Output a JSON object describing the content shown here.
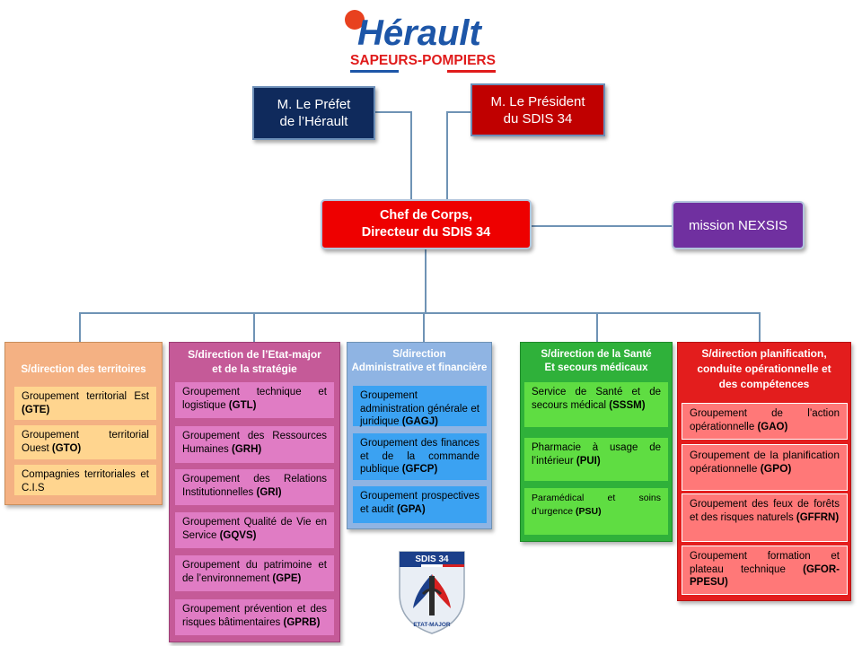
{
  "header": {
    "logo_title": "Hérault",
    "logo_subtitle": "SAPEURS-POMPIERS"
  },
  "top": {
    "prefet_line1": "M. Le Préfet",
    "prefet_line2": "de l’Hérault",
    "president_line1": "M. Le Président",
    "president_line2": "du SDIS 34",
    "chef_line1": "Chef de Corps,",
    "chef_line2": "Directeur du SDIS 34",
    "nexsis": "mission NEXSIS"
  },
  "columns": {
    "territoires": {
      "title": "S/direction  des territoires",
      "items": [
        {
          "text": "Groupement territorial Est",
          "code": "(GTE)"
        },
        {
          "text": "Groupement territorial Ouest",
          "code": "(GTO)"
        },
        {
          "text": "Compagnies territoriales et C.I.S",
          "code": ""
        }
      ]
    },
    "etat_major": {
      "title_line1": "S/direction de l’Etat-major",
      "title_line2": "et de la stratégie",
      "items": [
        {
          "text": "Groupement technique et logistique",
          "code": "(GTL)"
        },
        {
          "text": "Groupement des Ressources Humaines",
          "code": "(GRH)"
        },
        {
          "text": "Groupement des Relations Institutionnelles",
          "code": "(GRI)"
        },
        {
          "text": "Groupement Qualité de Vie en Service",
          "code": "(GQVS)"
        },
        {
          "text": "Groupement du patrimoine et de l’environnement",
          "code": "(GPE)"
        },
        {
          "text": "Groupement prévention et des risques bâtimentaires",
          "code": "(GPRB)"
        }
      ]
    },
    "administrative": {
      "title_line1": "S/direction",
      "title_line2": "Administrative  et financière",
      "items": [
        {
          "text": "Groupement administration générale et juridique",
          "code": "(GAGJ)"
        },
        {
          "text": "Groupement des finances et de la commande publique",
          "code": "(GFCP)"
        },
        {
          "text": "Groupement prospectives et audit",
          "code": "(GPA)"
        }
      ]
    },
    "sante": {
      "title_line1": "S/direction de la Santé",
      "title_line2": "Et secours médicaux",
      "items": [
        {
          "text": "Service de Santé et de secours médical",
          "code": "(SSSM)"
        },
        {
          "text": "Pharmacie à usage de l’intérieur",
          "code": "(PUI)"
        },
        {
          "text": "Paramédical et soins d’urgence",
          "code": "(PSU)"
        }
      ]
    },
    "planification": {
      "title_line1": "S/direction planification,",
      "title_line2": "conduite opérationnelle et",
      "title_line3": "des compétences",
      "items": [
        {
          "text": "Groupement de l’action opérationnelle",
          "code": "(GAO)"
        },
        {
          "text": "Groupement de la planification opérationnelle",
          "code": "(GPO)"
        },
        {
          "text": "Groupement des feux de forêts et des risques naturels",
          "code": "(GFFRN)"
        },
        {
          "text": "Groupement formation et plateau technique",
          "code": "(GFOR-PPESU)"
        }
      ]
    }
  },
  "badge": {
    "top_text": "SDIS 34",
    "bottom_text": "ETAT-MAJOR"
  },
  "colors": {
    "prefet": "#0f2a5c",
    "president": "#c00000",
    "chef": "#ee0000",
    "nexsis": "#7030a0",
    "territoires_bg": "#f4b183",
    "territoires_item": "#ffd58f",
    "etat_major_bg": "#c55a98",
    "etat_major_item": "#e07cc4",
    "administrative_bg": "#8fb4e3",
    "administrative_item": "#3ba2f2",
    "sante_bg": "#2fb13a",
    "sante_item": "#5fdd42",
    "planification_bg": "#e31d1d",
    "planification_item": "#ff7878"
  }
}
